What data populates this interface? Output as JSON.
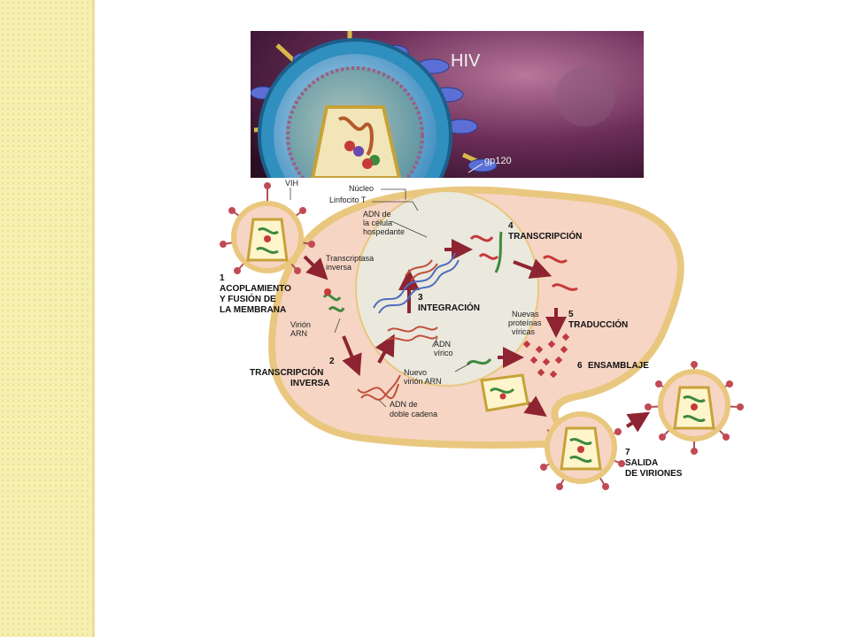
{
  "photo": {
    "title": "HIV",
    "label_gp120": "gp120"
  },
  "diagram": {
    "labels": {
      "vih": "VIH",
      "nucleo": "Núcleo",
      "linfocito": "Linfocito T",
      "adn_host_1": "ADN de",
      "adn_host_2": "la célula",
      "adn_host_3": "hospedante",
      "transcriptasa_1": "Transcriptasa",
      "transcriptasa_2": "inversa",
      "virion_arn_1": "Virión",
      "virion_arn_2": "ARN",
      "adn_virico_1": "ADN",
      "adn_virico_2": "vírico",
      "nuevas_1": "Nuevas",
      "nuevas_2": "proteínas",
      "nuevas_3": "víricas",
      "nuevo_virion_1": "Nuevo",
      "nuevo_virion_2": "virión ARN",
      "doble_1": "ADN de",
      "doble_2": "doble cadena"
    },
    "steps": {
      "s1_num": "1",
      "s1_a": "ACOPLAMIENTO",
      "s1_b": "Y FUSIÓN DE",
      "s1_c": "LA MEMBRANA",
      "s2_num": "2",
      "s2_a": "TRANSCRIPCIÓN",
      "s2_b": "INVERSA",
      "s3_num": "3",
      "s3_a": "INTEGRACIÓN",
      "s4_num": "4",
      "s4_a": "TRANSCRIPCIÓN",
      "s5_num": "5",
      "s5_a": "TRADUCCIÓN",
      "s6_num": "6",
      "s6_a": "ENSAMBLAJE",
      "s7_num": "7",
      "s7_a": "SALIDA",
      "s7_b": "DE VIRIONES"
    }
  },
  "colors": {
    "cell_fill": "#f6d5c4",
    "cell_border": "#e9c77f",
    "nucleus_fill": "#ebe8de",
    "arrow": "#8e2431",
    "rna_red": "#c63a3a",
    "rna_green": "#3d8a3d",
    "dna_blue": "#4d6dbd"
  }
}
